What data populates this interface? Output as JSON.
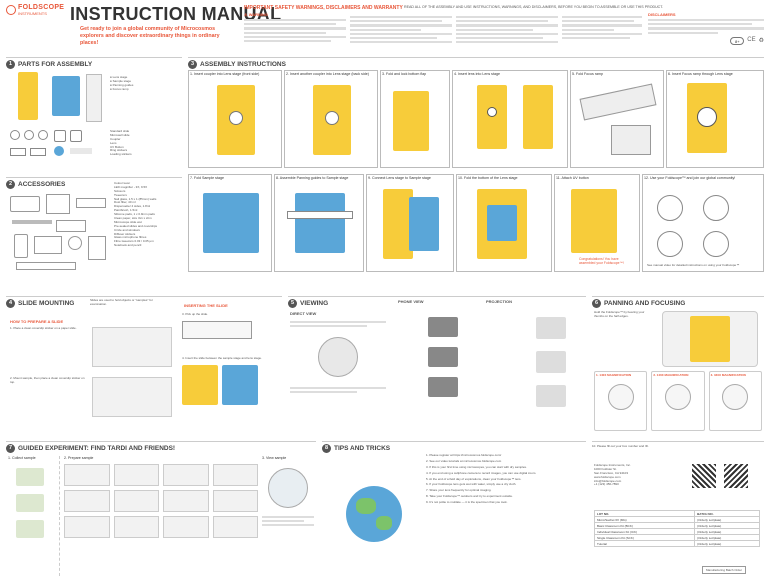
{
  "brand": {
    "name": "FOLDSCOPE",
    "sub": "INSTRUMENTS",
    "accent": "#e8573a"
  },
  "header": {
    "title": "INSTRUCTION MANUAL",
    "tagline": "Get ready to join a global community of Microcosmos explorers and discover extraordinary things in ordinary places!",
    "warning_title": "IMPORTANT SAFETY WARNINGS, DISCLAIMERS AND WARRANTY",
    "warning_sub": "READ ALL OF THE ASSEMBLY AND USE INSTRUCTIONS, WARNINGS, AND DISCLAIMERS, BEFORE YOU BEGIN TO ASSEMBLE OR USE THIS PRODUCT.",
    "warning_label": "WARNING",
    "disclaimers_label": "DISCLAIMERS",
    "age": "8+"
  },
  "sections": {
    "s1": {
      "num": "1",
      "title": "PARTS FOR ASSEMBLY"
    },
    "s2": {
      "num": "2",
      "title": "ACCESSORIES"
    },
    "s3": {
      "num": "3",
      "title": "ASSEMBLY INSTRUCTIONS"
    },
    "s4": {
      "num": "4",
      "title": "SLIDE MOUNTING"
    },
    "s5": {
      "num": "5",
      "title": "VIEWING"
    },
    "s6": {
      "num": "6",
      "title": "PANNING AND FOCUSING"
    },
    "s7": {
      "num": "7",
      "title": "GUIDED EXPERIMENT: FIND TARDI AND FRIENDS!"
    },
    "s8": {
      "num": "8",
      "title": "TIPS AND TRICKS"
    }
  },
  "parts": [
    "Standard slide",
    "Microwell slide",
    "Coupler",
    "Lens",
    "UV Button",
    "Ring stickers",
    "Loading stickers"
  ],
  "accessories": [
    "Colour lever",
    "LED magnifier - 3X, 9.5X",
    "Scissors",
    "Tweezers",
    "Nail glass, 1.5 x 1 (85mm) wells",
    "Dust filter, 40 ml",
    "Dispensette/ 4 sides, 1.8ml",
    "Paintbrush, 1.5ml",
    "Silicone pads, 1 x 0.9mm pads",
    "Clean paper, size 3x1 x 2cm",
    "Microscope slide wet",
    "Pre-sealed slides and coverslips",
    "Circle and windows",
    "Diffuser stickers",
    "Glass microphone fibres",
    "Fibre tweezers 0.03 / 0.05 μm",
    "Notebook and pencil"
  ],
  "assembly_steps": [
    "1. Insert coupler into Lens stage (front side)",
    "2. Insert another coupler into Lens stage (back side)",
    "3. Fold and lock bottom flap",
    "4. Insert lens into Lens stage",
    "5. Fold Focus ramp",
    "6. Insert Focus ramp through Lens stage",
    "7. Fold Sample stage",
    "8. Assemble Panning guides to Sample stage",
    "9. Connect Lens stage to Sample stage",
    "10. Fold the bottom of the Lens stage",
    "11. Attach UV button",
    "12. Use your Foldscope™ and join our global community!"
  ],
  "assembly_notes": {
    "congrats": "Congratulations! You have assembled your Foldscope™!",
    "community": "See manual video for detailed instructions on using your Foldscope™"
  },
  "slide_mounting": {
    "intro": "Slides are used to hold objects or \"samples\" for examination.",
    "how_to": "HOW TO PREPARE A SLIDE",
    "inserting": "INSERTING THE SLIDE",
    "steps": [
      "1. Place a clean coverslip sticker on a paper slide.",
      "2. Mount sample, then place a clean coverslip sticker on top.",
      "3. Pick up the slide.",
      "4. Insert the slide between the sample stage and lens stage."
    ]
  },
  "viewing": {
    "direct": "DIRECT VIEW",
    "phone": "PHONE VIEW",
    "projection": "PROJECTION"
  },
  "panning": {
    "desc": "Hold the Foldscope™ by bearing your thumbs on the half edges.",
    "magnifications": [
      "1. 140X MAGNIFICATION",
      "2. 140X MAGNIFICATION",
      "3. 340X MAGNIFICATION"
    ]
  },
  "experiment": {
    "steps": [
      "1. Collect sample",
      "2. Prepare sample",
      "3. View sample"
    ]
  },
  "tips": [
    "1. Please register at https://microcosmos.foldscope.com/",
    "2. See our video tutorials at microcosmos.foldscope.com",
    "3. If this is your first time using microscopes, you can start with dry samples.",
    "4. If you end using a cellphone camera to record images, you can use digital zoom.",
    "5. At the end of a field day of explorations, clean your Foldscope™ lens.",
    "6. If your Foldscope lens gets wet with water, simply use a dry cloth.",
    "7. Share your lens frequently for optimal imaging.",
    "8. Take your Foldscope™ outdoors and try to experiment outside.",
    "9. It's not polite to mutilate — it is the specimen that you took.",
    "10. Please fill out your box number and ID."
  ],
  "contact": {
    "company": "Foldscope Instruments, Inc.",
    "address1": "1000 Foldster St.",
    "address2": "San Francisco, CA 94103",
    "web": "www.foldscope.com",
    "email": "info@foldscope.com",
    "phone": "+1 (123) 456-7890"
  },
  "batch_table": {
    "headers": [
      "LOT NO.",
      "BATCH NO."
    ],
    "rows": [
      [
        "Micro/Sachet 6X (MG)",
        "(Orderly Lot/plate)"
      ],
      [
        "Basic Classroom Kit (BCK)",
        "(Orderly Lot/plate)"
      ],
      [
        "Individual Classroom Kit (ICK)",
        "(Orderly Lot/plate)"
      ],
      [
        "Single Classroom Kit (SCK)",
        "(Orderly Lot/plate)"
      ],
      [
        "Tutorial",
        "(Orderly Lot/plate)"
      ]
    ],
    "footer": "Manufacturing Batch Order"
  }
}
